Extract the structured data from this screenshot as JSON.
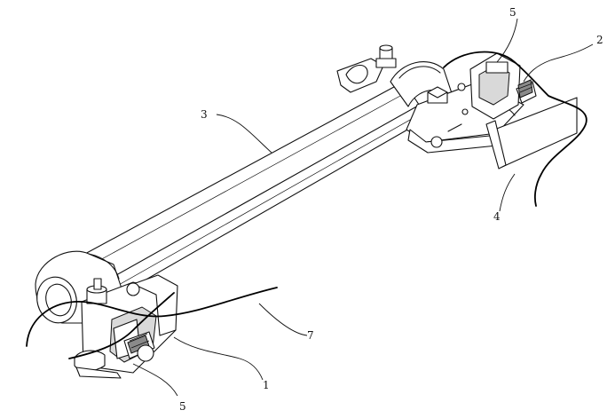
{
  "callouts": [
    {
      "id": "callout-1",
      "text": "1"
    },
    {
      "id": "callout-2",
      "text": "2"
    },
    {
      "id": "callout-3",
      "text": "3"
    },
    {
      "id": "callout-4",
      "text": "4"
    },
    {
      "id": "callout-5-top",
      "text": "5"
    },
    {
      "id": "callout-5-bottom",
      "text": "5"
    },
    {
      "id": "callout-7",
      "text": "7"
    }
  ],
  "colors": {
    "line": "#111111",
    "background": "#ffffff",
    "shade": "#d9d9d9"
  }
}
